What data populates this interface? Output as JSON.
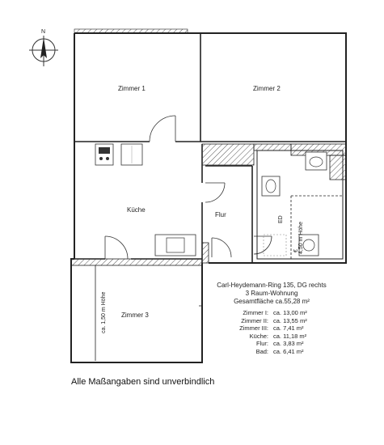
{
  "compass": {
    "north_label": "N"
  },
  "rooms": {
    "zimmer1": "Zimmer 1",
    "zimmer2": "Zimmer 2",
    "kueche": "Küche",
    "flur": "Flur",
    "zimmer3": "Zimmer 3"
  },
  "annotations": {
    "bad_height": "4,50 m Höhe",
    "zimmer3_height": "ca. 1,50 m Höhe",
    "bad_mark": "€",
    "bad_symbol": "ED"
  },
  "info": {
    "address": "Carl-Heydemann-Ring 135, DG rechts",
    "type": "3 Raum-Wohnung",
    "total": "Gesamtfläche ca.55,28 m²",
    "areas": [
      {
        "room": "Zimmer I:",
        "value": "ca. 13,00 m²"
      },
      {
        "room": "Zimmer II:",
        "value": "ca. 13,55 m²"
      },
      {
        "room": "Zimmer III:",
        "value": "ca. 7,41 m²"
      },
      {
        "room": "Küche:",
        "value": "ca. 11,18 m²"
      },
      {
        "room": "Flur:",
        "value": "ca. 3,83 m²"
      },
      {
        "room": "Bad:",
        "value": "ca. 6,41 m²"
      }
    ]
  },
  "disclaimer": "Alle Maßangaben sind unverbindlich"
}
